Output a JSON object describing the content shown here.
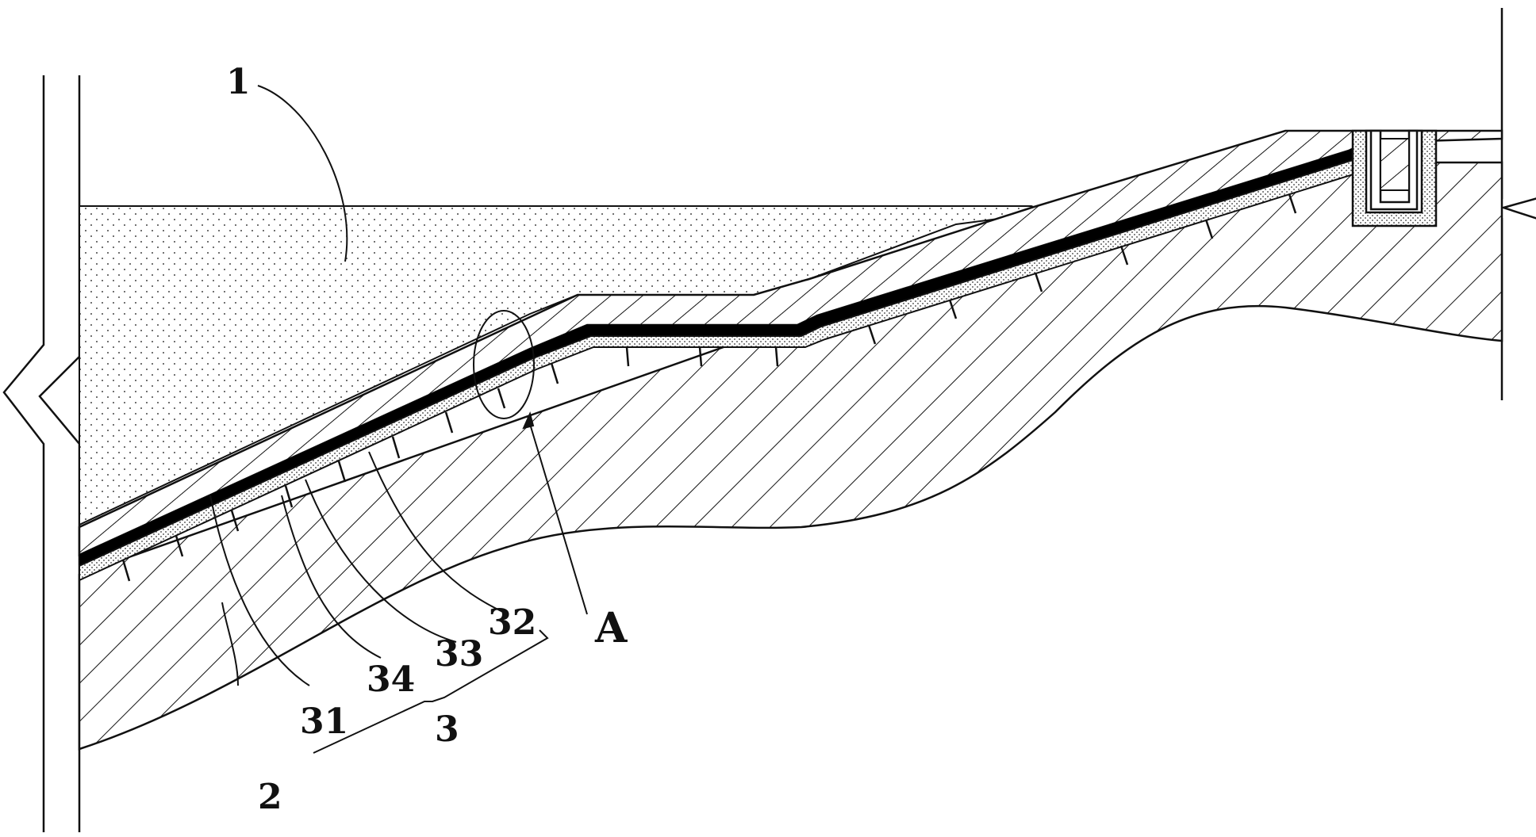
{
  "labels": {
    "water": "1",
    "soil": "2",
    "liner_group": "3",
    "layer_31": "31",
    "layer_32": "32",
    "layer_33": "33",
    "layer_34": "34",
    "detail_a": "A"
  },
  "colors": {
    "stroke": "#111111",
    "background": "#ffffff",
    "membrane": "#000000"
  }
}
